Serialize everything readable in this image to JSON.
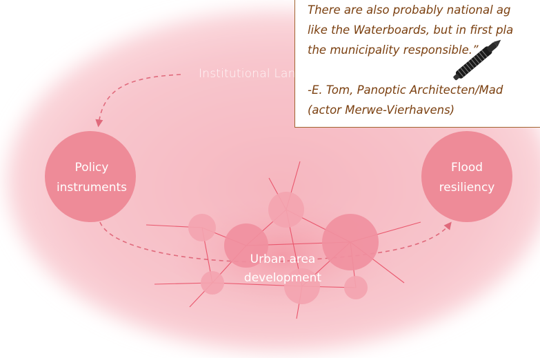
{
  "diagram": {
    "landscape_label": "Institutional Landscape",
    "nodes": {
      "policy": {
        "line1": "Policy",
        "line2": "instruments"
      },
      "flood": {
        "line1": "Flood",
        "line2": "resiliency"
      },
      "urban": {
        "line1": "Urban area",
        "line2": "development"
      }
    }
  },
  "quote": {
    "line1": "There are also probably national ag",
    "line2": "like the Waterboards, but in first pla",
    "line3": "the municipality responsible.”",
    "attribution1": "-E. Tom, Panoptic Architecten/Mad",
    "attribution2": "(actor Merwe-Vierhavens)"
  },
  "colors": {
    "landscape_fill": "#f8c9cf",
    "node_fill": "#ee8b98",
    "urban_node_fill": "#f3a4b0",
    "arrow": "#e06a7c",
    "quote_text": "#7a3f0f",
    "quote_border": "#a0622e"
  },
  "icons": {
    "pen": "fountain-pen-icon"
  }
}
